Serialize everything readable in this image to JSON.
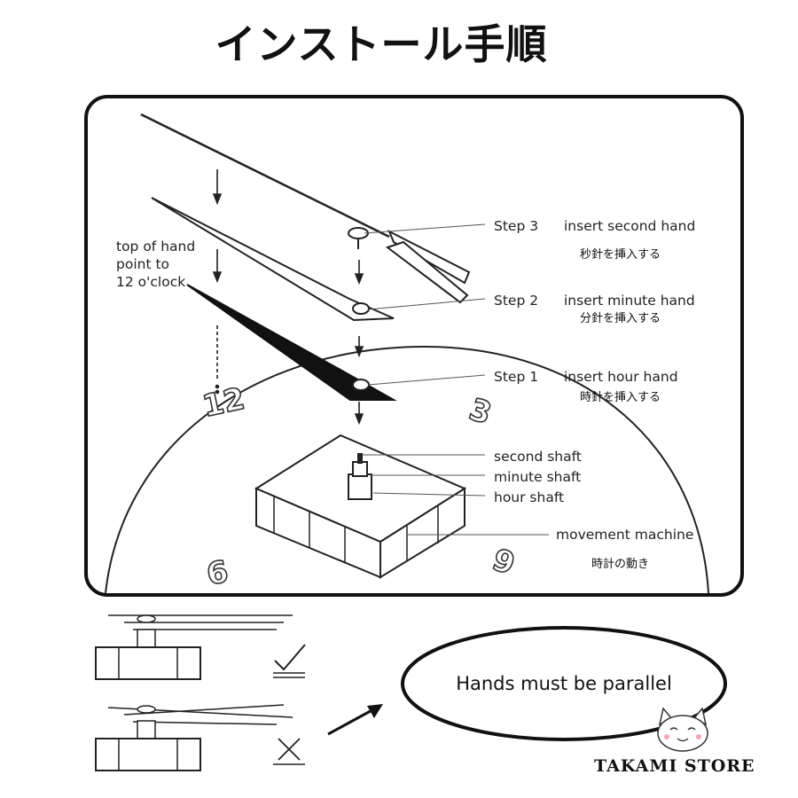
{
  "title": "インストール手順",
  "top_label": [
    "top of hand",
    "point to",
    "12 o'clock"
  ],
  "steps": [
    {
      "step": "Step 3",
      "text": "insert second hand",
      "jp": "秒針を挿入する"
    },
    {
      "step": "Step 2",
      "text": "insert minute hand",
      "jp": "分針を挿入する"
    },
    {
      "step": "Step 1",
      "text": "insert hour hand",
      "jp": "時針を挿入する"
    }
  ],
  "shafts": [
    "second shaft",
    "minute shaft",
    "hour shaft"
  ],
  "movement": {
    "label": "movement  machine",
    "jp": "時計の動き"
  },
  "dial_numbers": [
    "12",
    "3",
    "9",
    "6"
  ],
  "check_icon": "check-mark-icon",
  "cross_icon": "cross-mark-icon",
  "note": "Hands must be parallel",
  "brand": "TAKAMI STORE",
  "brand_icon": "cat-face-icon"
}
